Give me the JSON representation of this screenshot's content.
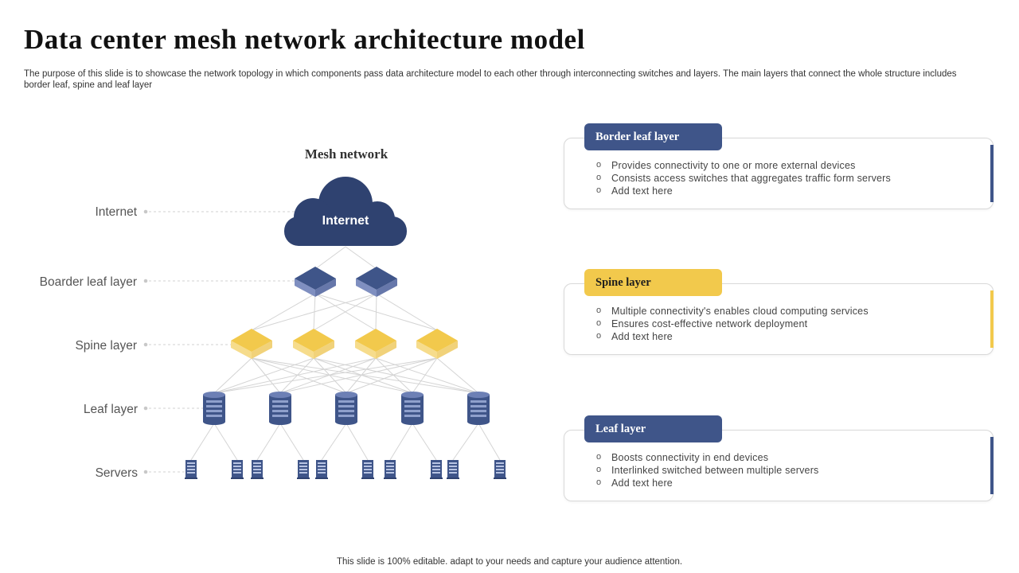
{
  "title": "Data center mesh network architecture model",
  "subtitle": "The purpose of this slide is to showcase the network topology in which components pass data architecture model to each other through interconnecting switches and layers. The main layers that connect the whole structure includes border leaf, spine and leaf layer",
  "footer": "This slide is 100% editable. adapt to your needs and capture your audience attention.",
  "diagram": {
    "heading": "Mesh network",
    "cloud_label": "Internet",
    "layer_labels": [
      "Internet",
      "Boarder leaf layer",
      "Spine layer",
      "Leaf layer",
      "Servers"
    ]
  },
  "cards": [
    {
      "tag": "Border leaf layer",
      "bullets": [
        "Provides connectivity to one or more external devices",
        "Consists access switches that aggregates traffic form servers",
        "Add text here"
      ]
    },
    {
      "tag": "Spine layer",
      "bullets": [
        "Multiple connectivity's enables cloud computing services",
        "Ensures cost-effective network deployment",
        "Add text here"
      ]
    },
    {
      "tag": "Leaf layer",
      "bullets": [
        "Boosts connectivity in end devices",
        "Interlinked switched between multiple servers",
        "Add text here"
      ]
    }
  ],
  "colors": {
    "navy": "#3f5589",
    "yellow": "#f2c94c",
    "cloud": "#2f4270"
  }
}
